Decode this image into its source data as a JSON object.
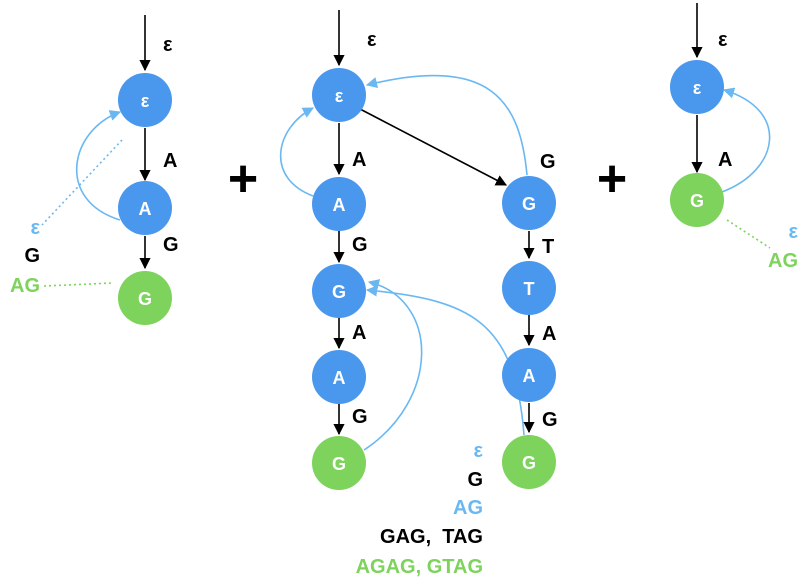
{
  "colors": {
    "node_blue": "#4a97ee",
    "node_green": "#7dd35c",
    "link_blue": "#6ab8f2",
    "edge_black": "#000000",
    "text_green": "#7dd35c",
    "text_blue": "#6ab8f2"
  },
  "operators": {
    "plus1": "+",
    "plus2": "+"
  },
  "tree1": {
    "incoming_label": "ε",
    "nodes": {
      "root": "ε",
      "a": "A",
      "g": "G"
    },
    "edges": {
      "root_a": "A",
      "a_g": "G"
    },
    "outputs": {
      "line1": "ε",
      "line2": "G",
      "line3": "AG"
    }
  },
  "tree2": {
    "incoming_label": "ε",
    "nodes": {
      "root": "ε",
      "a1": "A",
      "g1": "G",
      "a2": "A",
      "g2": "G",
      "g3": "G",
      "t": "T",
      "a3": "A",
      "g4": "G"
    },
    "edges": {
      "root_a1": "A",
      "a1_g1": "G",
      "g1_a2": "A",
      "a2_g2": "G",
      "root_g3": "G",
      "g3_t": "T",
      "t_a3": "A",
      "a3_g4": "G"
    },
    "outputs": {
      "line1": "ε",
      "line2": "G",
      "line3": "AG",
      "line4": "GAG,  TAG",
      "line5": "AGAG, GTAG"
    }
  },
  "tree3": {
    "incoming_label": "ε",
    "nodes": {
      "root": "ε",
      "g": "G"
    },
    "edges": {
      "root_g": "A"
    },
    "outputs": {
      "line1": "ε",
      "line2": "AG"
    }
  }
}
